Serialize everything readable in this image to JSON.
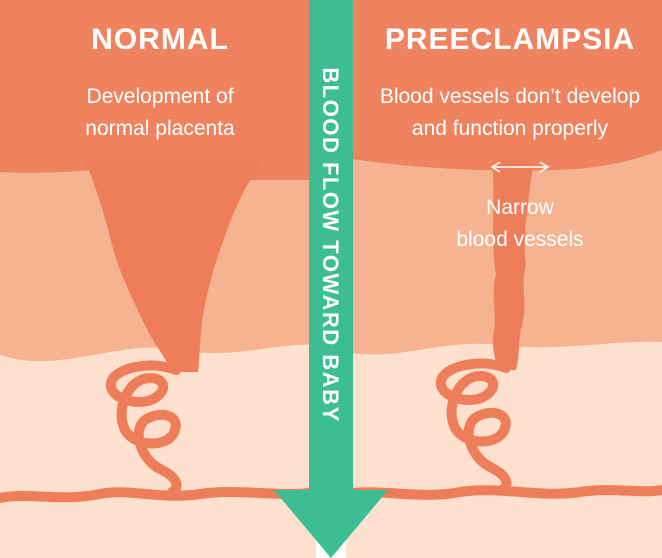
{
  "left_panel": {
    "heading": "NORMAL",
    "caption_line1": "Development of",
    "caption_line2": "normal placenta"
  },
  "right_panel": {
    "heading": "PREECLAMPSIA",
    "caption_line1": "Blood vessels don’t develop",
    "caption_line2": "and function properly",
    "narrow_label_line1": "Narrow",
    "narrow_label_line2": "blood vessels"
  },
  "center_arrow": {
    "label": "BLOOD FLOW TOWARD BABY"
  },
  "colors": {
    "top_layer": "#ef8360",
    "middle_layer": "#f6b391",
    "bottom_layer": "#fde0ce",
    "vessel": "#ee7e5a",
    "vessel_stroke": "#e5714e",
    "arrow": "#3dbd94"
  }
}
